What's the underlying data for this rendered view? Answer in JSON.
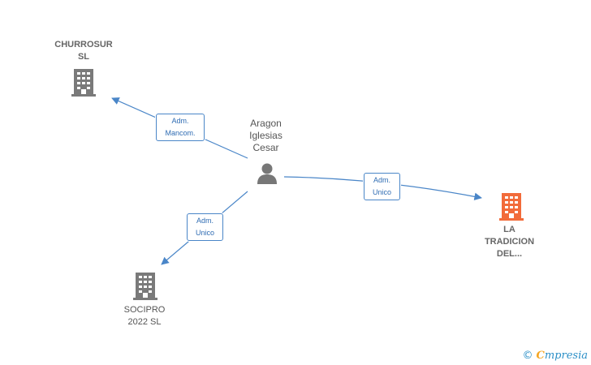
{
  "colors": {
    "edge": "#4a86c8",
    "company_icon": "#7a7a7a",
    "highlight_icon": "#f26b3a",
    "person_icon": "#777777"
  },
  "nodes": {
    "person": {
      "label": "Aragon\nIglesias\nCesar",
      "icon": "person-icon"
    },
    "churrosur": {
      "label": "CHURROSUR\nSL",
      "icon": "building-icon"
    },
    "tradicion": {
      "label": "LA\nTRADICION\nDEL...",
      "icon": "building-icon"
    },
    "socipro": {
      "label": "SOCIPRO\n2022  SL",
      "icon": "building-icon"
    }
  },
  "edges": {
    "to_churrosur": {
      "label": "Adm.\nMancom."
    },
    "to_tradicion": {
      "label": "Adm.\nUnico"
    },
    "to_socipro": {
      "label": "Adm.\nUnico"
    }
  },
  "brand": {
    "copyright": "©",
    "initial": "C",
    "name": "mpresia"
  }
}
